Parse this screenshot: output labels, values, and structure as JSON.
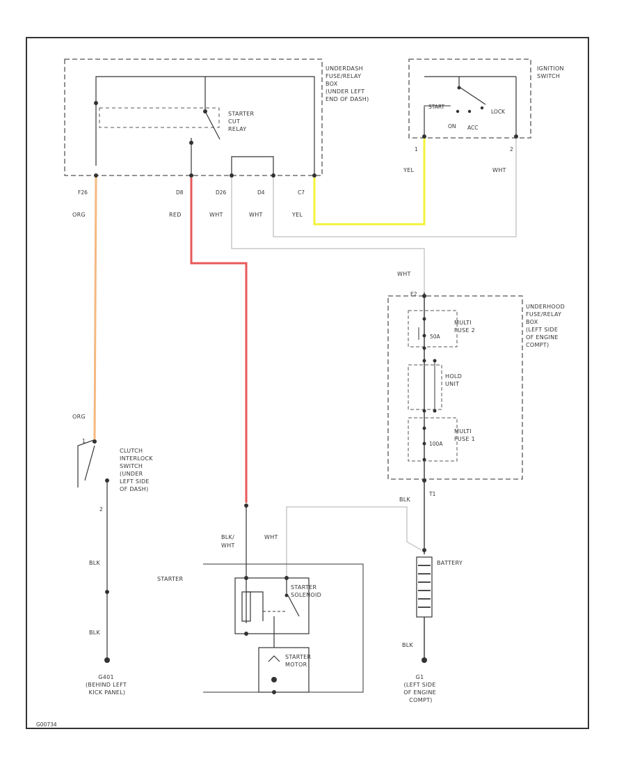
{
  "colors": {
    "wire_org": "#f5b880",
    "wire_red": "#e8585a",
    "wire_yel": "#f3f33a",
    "wire_wht": "#c8c8c8",
    "line": "#333333",
    "dash": "#555555"
  },
  "components": {
    "underdash_box": [
      "UNDERDASH",
      "FUSE/RELAY",
      "BOX",
      "(UNDER LEFT",
      "END OF DASH)"
    ],
    "starter_cut_relay": [
      "STARTER",
      "CUT",
      "RELAY"
    ],
    "ignition_switch": [
      "IGNITION",
      "SWITCH"
    ],
    "ignition_positions": {
      "start": "START",
      "lock": "LOCK",
      "on": "ON",
      "acc": "ACC"
    },
    "underhood_box": [
      "UNDERHOOD",
      "FUSE/RELAY",
      "BOX",
      "(LEFT SIDE",
      "OF ENGINE",
      "COMPT)"
    ],
    "multi_fuse_2": [
      "MULTI",
      "FUSE 2"
    ],
    "multi_fuse_1": [
      "MULTI",
      "FUSE 1"
    ],
    "hold_unit": [
      "HOLD",
      "UNIT"
    ],
    "clutch_switch": [
      "CLUTCH",
      "INTERLOCK",
      "SWITCH",
      "(UNDER",
      "LEFT SIDE",
      "OF DASH)"
    ],
    "starter": "STARTER",
    "starter_solenoid": [
      "STARTER",
      "SOLENOID"
    ],
    "starter_motor": [
      "STARTER",
      "MOTOR"
    ],
    "battery": "BATTERY",
    "ground_g401": [
      "G401",
      "(BEHIND LEFT",
      "KICK PANEL)"
    ],
    "ground_g1": [
      "G1",
      "(LEFT SIDE",
      "OF ENGINE",
      "COMPT)"
    ]
  },
  "fuses": {
    "f2": "50A",
    "f1": "100A"
  },
  "connectors": {
    "f26": "F26",
    "d8": "D8",
    "d26": "D26",
    "d4": "D4",
    "c7": "C7",
    "e2": "E2",
    "t1": "T1",
    "p1": "1",
    "p2": "2",
    "s1": "1",
    "s2": "2"
  },
  "wire_labels": {
    "org_top": "ORG",
    "red_top": "RED",
    "wht1": "WHT",
    "wht2": "WHT",
    "yel_top": "YEL",
    "yel_ign": "YEL",
    "wht_ign": "WHT",
    "wht_mid": "WHT",
    "org_bottom": "ORG",
    "blk_uh": "BLK",
    "blk_wht_1": "BLK/",
    "blk_wht_2": "WHT",
    "wht_starter": "WHT",
    "blk_clutch_1": "BLK",
    "blk_clutch_2": "BLK",
    "blk_batt": "BLK"
  },
  "footer_code": "G00734"
}
